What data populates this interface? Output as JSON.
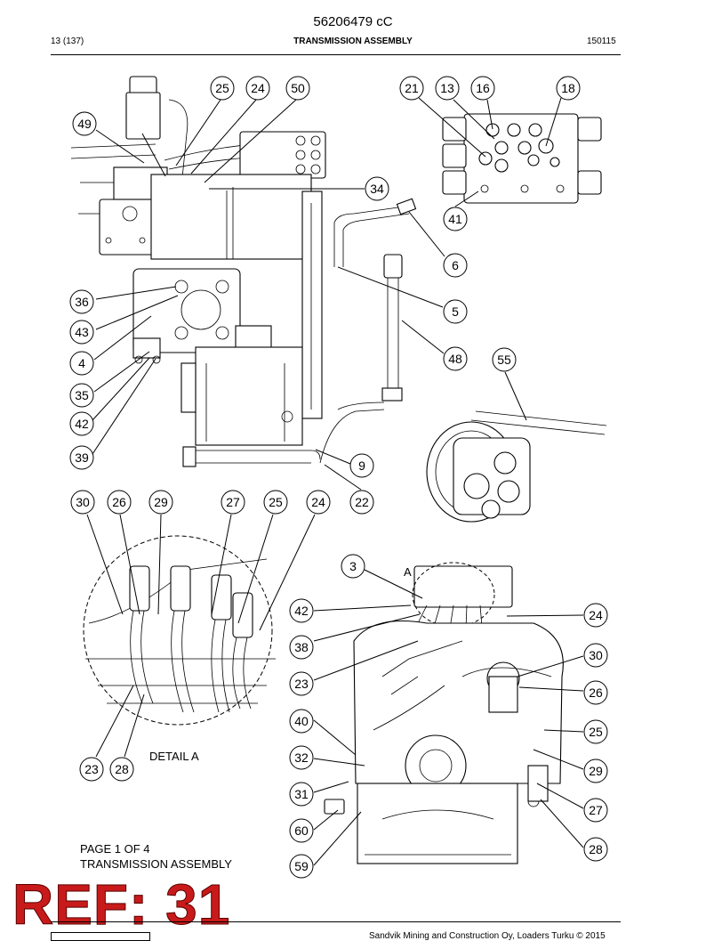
{
  "header": {
    "document_id": "56206479 cC",
    "page_ref": "13 (137)",
    "section_title": "TRANSMISSION ASSEMBLY",
    "date_code": "150115"
  },
  "callouts_top": [
    "25",
    "24",
    "50",
    "21",
    "13",
    "16",
    "18",
    "49",
    "34",
    "41",
    "6",
    "36",
    "5",
    "43",
    "4",
    "48",
    "55",
    "35",
    "42",
    "39",
    "9",
    "22"
  ],
  "callouts_detail_a": [
    "30",
    "26",
    "29",
    "27",
    "25",
    "24",
    "23",
    "28"
  ],
  "callouts_bottom": [
    "3",
    "42",
    "24",
    "38",
    "30",
    "23",
    "26",
    "40",
    "25",
    "32",
    "29",
    "31",
    "27",
    "60",
    "28",
    "59"
  ],
  "labels": {
    "detail": "DETAIL A",
    "detail_marker": "A",
    "page_of": "PAGE 1 OF 4",
    "page_title": "TRANSMISSION ASSEMBLY"
  },
  "ref_stamp": "REF: 31",
  "footer": {
    "copyright": "Sandvik Mining and Construction Oy, Loaders Turku © 2015"
  }
}
